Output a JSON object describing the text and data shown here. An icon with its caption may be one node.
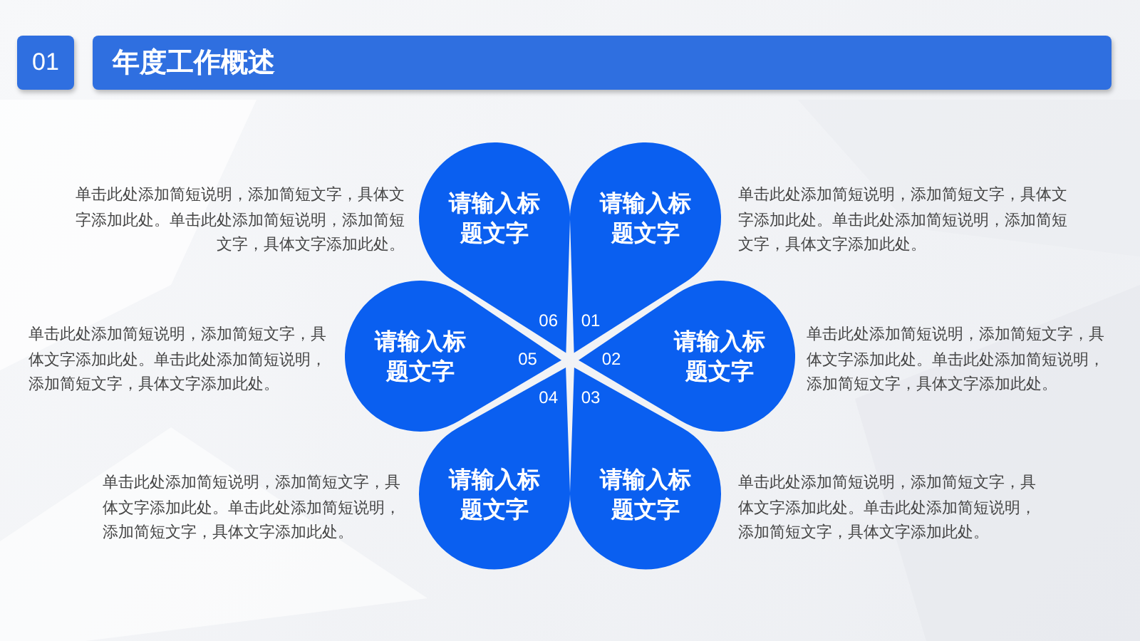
{
  "diagram": {
    "title": "年度工作概述",
    "nodes": [
      {
        "text": [
          "请输入标题文字",
          "06"
        ],
        "beside": [
          "单击此处添加简短说明，添加简短文字，具体文字添加此处。单击此处添加简短说明，添加简短文字，具体文字添加此处。"
        ]
      },
      {
        "text": [
          "请输入标题文字",
          "01"
        ],
        "beside": [
          "单击此处添加简短说明，添加简短文字，具体文字添加此处。单击此处添加简短说明，添加简短文字，具体文字添加此处。"
        ]
      },
      {
        "text": [
          "请输入标题文字",
          "05"
        ],
        "beside": [
          "单击此处添加简短说明，添加简短文字，具体文字添加此处。单击此处添加简短说明，添加简短文字，具体文字添加此处。"
        ]
      },
      {
        "text": [
          "02",
          "请输入标题文字"
        ],
        "beside": [
          "单击此处添加简短说明，添加简短文字，具体文字添加此处。单击此处添加简短说明，添加简短文字，具体文字添加此处。"
        ]
      },
      {
        "text": [
          "04",
          "请输入标题文字"
        ],
        "beside": [
          "单击此处添加简短说明，添加简短文字，具体文字添加此处。单击此处添加简短说明，添加简短文字，具体文字添加此处。"
        ]
      },
      {
        "text": [
          "03",
          "请输入标题文字"
        ],
        "beside": [
          "单击此处添加简短说明，添加简短文字，具体文字添加此处。单击此处添加简短说明，添加简短文字，具体文字添加此处。"
        ]
      }
    ],
    "labels": [
      "01"
    ]
  }
}
